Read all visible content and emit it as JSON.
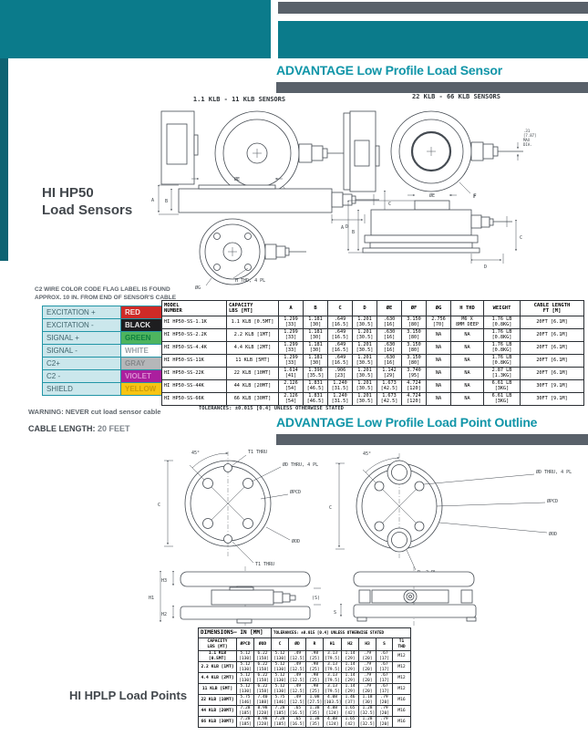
{
  "theme": {
    "teal": "#0b7b8b",
    "teal_heading": "#1095a8",
    "slate": "#59616a",
    "strip": "#0e6372"
  },
  "page": {
    "section1_title": "ADVANTAGE  Low Profile Load Sensor",
    "section2_title": "ADVANTAGE  Low Profile Load Point Outline",
    "product_title_line1": "HI HP50",
    "product_title_line2": "Load Sensors",
    "bottom_title": "HI HPLP Load Points",
    "wire_note_line1": "C2 WIRE COLOR CODE FLAG LABEL IS FOUND",
    "wire_note_line2": "APPROX. 10 IN. FROM END OF SENSOR'S CABLE",
    "warning": "WARNING: NEVER cut load sensor cable",
    "cable_length_label": "CABLE LENGTH:",
    "cable_length_value": "20 FEET"
  },
  "wire_table": {
    "rows": [
      {
        "signal": "EXCITATION +",
        "color_name": "RED",
        "bg": "#cf2a27",
        "fg": "#f6e3e1"
      },
      {
        "signal": "EXCITATION -",
        "color_name": "BLACK",
        "bg": "#1e1e20",
        "fg": "#e8e8e8"
      },
      {
        "signal": "SIGNAL +",
        "color_name": "GREEN",
        "bg": "#4db45e",
        "fg": "#0e8040"
      },
      {
        "signal": "SIGNAL  -",
        "color_name": "WHITE",
        "bg": "#ffffff",
        "fg": "#9aa2a8"
      },
      {
        "signal": "C2+",
        "color_name": "GRAY",
        "bg": "#b5b7b9",
        "fg": "#85888b"
      },
      {
        "signal": "C2 -",
        "color_name": "VIOLET",
        "bg": "#ab1f9e",
        "fg": "#dd8fd4"
      },
      {
        "signal": "SHIELD",
        "color_name": "YELLOW",
        "bg": "#f7c413",
        "fg": "#cc9c0a"
      }
    ]
  },
  "drawings": {
    "small_title": "1.1 KLB - 11 KLB SENSORS",
    "large_title": "22 KLB - 66 KLB SENSORS",
    "labels": {
      "a": "A",
      "b": "B",
      "c": "C",
      "d": "D",
      "oe": "ØE",
      "f": "F",
      "og": "ØG",
      "h_thd": "H THD, 4 PL",
      "max1": ".31",
      "max2": "[7.87]",
      "max3": "MAX",
      "max4": "DIA.",
      "deg45": "45°",
      "t1_thru": "T1 THRU",
      "od_thru": "ØD THRU, 4 PL",
      "pcd": "ØPCD",
      "od": "ØOD",
      "r2pl": "R, 2 PL",
      "h1": "H1",
      "h2": "H2",
      "h3": "H3",
      "s": "S",
      "s_paren": "(S)"
    }
  },
  "spec_table": {
    "headers": [
      "MODEL\nNUMBER",
      "CAPACITY\nLBS [MT]",
      "A",
      "B",
      "C",
      "D",
      "ØE",
      "ØF",
      "ØG",
      "H THD",
      "WEIGHT",
      "CABLE LENGTH\nFT [M]"
    ],
    "rows": [
      [
        "HI HP50-SS-1.1K",
        "1.1 KLB [0.5MT]",
        "1.299\n[33]",
        "1.181\n[30]",
        ".649\n[16.5]",
        "1.201\n[30.5]",
        ".630\n[16]",
        "3.150\n[80]",
        "2.756\n[70]",
        "M6 X\n8MM DEEP",
        "1.76 LB\n[0.8KG]",
        "20FT [6.1M]"
      ],
      [
        "HI HP50-SS-2.2K",
        "2.2 KLB [1MT]",
        "1.299\n[33]",
        "1.181\n[30]",
        ".649\n[16.5]",
        "1.201\n[30.5]",
        ".630\n[16]",
        "3.150\n[80]",
        "NA",
        "NA",
        "1.76 LB\n[0.8KG]",
        "20FT [6.1M]"
      ],
      [
        "HI HP50-SS-4.4K",
        "4.4 KLB [2MT]",
        "1.299\n[33]",
        "1.181\n[30]",
        ".649\n[16.5]",
        "1.201\n[30.5]",
        ".630\n[16]",
        "3.150\n[80]",
        "NA",
        "NA",
        "1.76 LB\n[0.8KG]",
        "20FT [6.1M]"
      ],
      [
        "HI HP50-SS-11K",
        "11 KLB [5MT]",
        "1.299\n[33]",
        "1.181\n[30]",
        ".649\n[16.5]",
        "1.201\n[30.5]",
        ".630\n[16]",
        "3.150\n[80]",
        "NA",
        "NA",
        "1.76 LB\n[0.8KG]",
        "20FT [6.1M]"
      ],
      [
        "HI HP50-SS-22K",
        "22 KLB [10MT]",
        "1.614\n[41]",
        "1.398\n[35.5]",
        ".906\n[23]",
        "1.201\n[30.5]",
        "1.142\n[29]",
        "3.740\n[95]",
        "NA",
        "NA",
        "2.87 LB\n[1.3KG]",
        "20FT [6.1M]"
      ],
      [
        "HI HP50-SS-44K",
        "44 KLB [20MT]",
        "2.126\n[54]",
        "1.831\n[46.5]",
        "1.240\n[31.5]",
        "1.201\n[30.5]",
        "1.673\n[42.5]",
        "4.724\n[120]",
        "NA",
        "NA",
        "6.61 LB\n[3KG]",
        "30FT [9.1M]"
      ],
      [
        "HI HP50-SS-66K",
        "66 KLB [30MT]",
        "2.126\n[54]",
        "1.831\n[46.5]",
        "1.240\n[31.5]",
        "1.201\n[30.5]",
        "1.673\n[42.5]",
        "4.724\n[120]",
        "NA",
        "NA",
        "6.61 LB\n[3KG]",
        "30FT [9.1M]"
      ]
    ],
    "tolerances": "TOLERANCES: ±0.015 [0.4] UNLESS OTHERWISE STATED"
  },
  "dim_table": {
    "title": "DIMENSIONS– IN [MM]",
    "tolerances": "TOLERANCES: ±0.015 [0.4] UNLESS OTHERWISE STATED",
    "headers": [
      "CAPACITY\nLBS [MT]",
      "ØPCD",
      "ØOD",
      "C",
      "ØD",
      "R",
      "H1",
      "H2",
      "H3",
      "S",
      "T1\nTHD"
    ],
    "rows": [
      [
        "1.1 KLB [0.5MT]",
        "5.12\n[130]",
        "6.22\n[158]",
        "5.12\n[130]",
        ".49\n[12.5]",
        ".98\n[25]",
        "3.13\n[79.5]",
        "1.14\n[29]",
        ".79\n[20]",
        ".67\n[17]",
        "M12"
      ],
      [
        "2.2 KLB [1MT]",
        "5.12\n[130]",
        "6.22\n[158]",
        "5.12\n[130]",
        ".49\n[12.5]",
        ".98\n[25]",
        "3.13\n[79.5]",
        "1.14\n[29]",
        ".79\n[20]",
        ".67\n[17]",
        "M12"
      ],
      [
        "4.4 KLB [2MT]",
        "5.12\n[130]",
        "6.22\n[158]",
        "5.12\n[130]",
        ".49\n[12.5]",
        ".98\n[25]",
        "3.13\n[79.5]",
        "1.14\n[29]",
        ".79\n[20]",
        ".67\n[17]",
        "M12"
      ],
      [
        "11 KLB [5MT]",
        "5.12\n[130]",
        "6.22\n[158]",
        "5.12\n[130]",
        ".49\n[12.5]",
        ".98\n[25]",
        "3.13\n[79.5]",
        "1.14\n[29]",
        ".79\n[20]",
        ".67\n[17]",
        "M12"
      ],
      [
        "22 KLB [10MT]",
        "5.75\n[146]",
        "7.40\n[188]",
        "5.75\n[146]",
        ".49\n[12.5]",
        "1.08\n[27.5]",
        "4.08\n[103.5]",
        "1.46\n[37]",
        "1.18\n[30]",
        ".79\n[20]",
        "M16"
      ],
      [
        "44 KLB [20MT]",
        "7.28\n[185]",
        "8.98\n[228]",
        "7.28\n[185]",
        ".65\n[16.5]",
        "1.38\n[35]",
        "4.88\n[124]",
        "1.65\n[42]",
        "1.28\n[32.5]",
        ".79\n[20]",
        "M16"
      ],
      [
        "66 KLB [30MT]",
        "7.28\n[185]",
        "8.98\n[228]",
        "7.28\n[185]",
        ".65\n[16.5]",
        "1.38\n[35]",
        "4.88\n[124]",
        "1.65\n[42]",
        "1.28\n[32.5]",
        ".79\n[20]",
        "M16"
      ]
    ]
  }
}
